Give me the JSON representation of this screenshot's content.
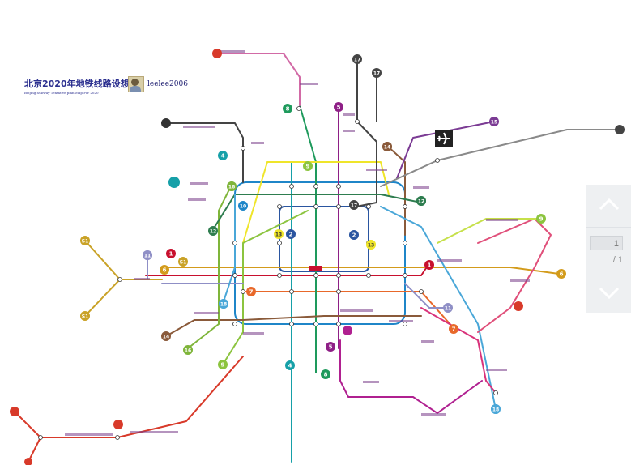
{
  "title": {
    "cn": "北京2020年地铁线路设想图",
    "en": "Beijing Subway Tentative plan Map For 2020"
  },
  "author": "leelee2006",
  "pager": {
    "current": "1",
    "total": "/ 1"
  },
  "colors": {
    "l1": "#c8102e",
    "l2": "#2a55a0",
    "l4": "#16a0a8",
    "l5": "#8e1f86",
    "l6": "#d39b1b",
    "l7": "#e8682a",
    "l8": "#1e9a5c",
    "l9": "#8cc43f",
    "l10": "#1f86c8",
    "l11": "#8f8fc6",
    "l12": "#2e7d4f",
    "l13": "#efe52a",
    "l14": "#8a5a3a",
    "l15": "#7b3b94",
    "l16": "#7fb53a",
    "l17": "#444444",
    "l18": "#4aa7d8",
    "airport": "#8a8a8a",
    "fangshan": "#d83a2a",
    "s1": "#c9a227",
    "changping": "#d26aa6",
    "yizhuang": "#d9327a",
    "daxing": "#e04f7a"
  },
  "lines": [
    {
      "id": "1",
      "color": "#c8102e"
    },
    {
      "id": "2",
      "color": "#2a55a0"
    },
    {
      "id": "4",
      "color": "#16a0a8"
    },
    {
      "id": "5",
      "color": "#8e1f86"
    },
    {
      "id": "6",
      "color": "#d39b1b"
    },
    {
      "id": "7",
      "color": "#e8682a"
    },
    {
      "id": "8",
      "color": "#1e9a5c"
    },
    {
      "id": "9",
      "color": "#8cc43f"
    },
    {
      "id": "10",
      "color": "#1f86c8"
    },
    {
      "id": "11",
      "color": "#8f8fc6"
    },
    {
      "id": "12",
      "color": "#2e7d4f"
    },
    {
      "id": "13",
      "color": "#efe52a"
    },
    {
      "id": "14",
      "color": "#8a5a3a"
    },
    {
      "id": "15",
      "color": "#7b3b94"
    },
    {
      "id": "16",
      "color": "#7fb53a"
    },
    {
      "id": "17",
      "color": "#444444"
    },
    {
      "id": "18",
      "color": "#4aa7d8"
    },
    {
      "id": "S1",
      "color": "#c9a227"
    }
  ],
  "badges": [
    {
      "label": "17",
      "color": "#444444"
    },
    {
      "label": "17",
      "color": "#444444"
    },
    {
      "label": "8",
      "color": "#1e9a5c"
    },
    {
      "label": "5",
      "color": "#8e1f86"
    },
    {
      "label": "15",
      "color": "#7b3b94"
    },
    {
      "label": "4",
      "color": "#16a0a8"
    },
    {
      "label": "14",
      "color": "#8a5a3a"
    },
    {
      "label": "9",
      "color": "#8cc43f"
    },
    {
      "label": "16",
      "color": "#7fb53a"
    },
    {
      "label": "12",
      "color": "#2e7d4f"
    },
    {
      "label": "17",
      "color": "#444444"
    },
    {
      "label": "12",
      "color": "#2e7d4f"
    },
    {
      "label": "10",
      "color": "#1f86c8"
    },
    {
      "label": "13",
      "color": "#efe52a"
    },
    {
      "label": "2",
      "color": "#2a55a0"
    },
    {
      "label": "2",
      "color": "#2a55a0"
    },
    {
      "label": "13",
      "color": "#efe52a"
    },
    {
      "label": "9",
      "color": "#8cc43f"
    },
    {
      "label": "S1",
      "color": "#c9a227"
    },
    {
      "label": "11",
      "color": "#8f8fc6"
    },
    {
      "label": "1",
      "color": "#c8102e"
    },
    {
      "label": "6",
      "color": "#d39b1b"
    },
    {
      "label": "S1",
      "color": "#c9a227"
    },
    {
      "label": "11",
      "color": "#8f8fc6"
    },
    {
      "label": "1",
      "color": "#c8102e"
    },
    {
      "label": "6",
      "color": "#d39b1b"
    },
    {
      "label": "18",
      "color": "#4aa7d8"
    },
    {
      "label": "7",
      "color": "#e8682a"
    },
    {
      "label": "S1",
      "color": "#c9a227"
    },
    {
      "label": "11",
      "color": "#8f8fc6"
    },
    {
      "label": "7",
      "color": "#e8682a"
    },
    {
      "label": "14",
      "color": "#8a5a3a"
    },
    {
      "label": "16",
      "color": "#7fb53a"
    },
    {
      "label": "9",
      "color": "#8cc43f"
    },
    {
      "label": "4",
      "color": "#16a0a8"
    },
    {
      "label": "8",
      "color": "#1e9a5c"
    },
    {
      "label": "5",
      "color": "#8e1f86"
    },
    {
      "label": "18",
      "color": "#4aa7d8"
    },
    {
      "label": "12",
      "color": "#2e7d4f"
    },
    {
      "label": "14",
      "color": "#8a5a3a"
    },
    {
      "label": "16",
      "color": "#7fb53a"
    },
    {
      "label": "13",
      "color": "#efe52a"
    },
    {
      "label": "18",
      "color": "#4aa7d8"
    }
  ]
}
